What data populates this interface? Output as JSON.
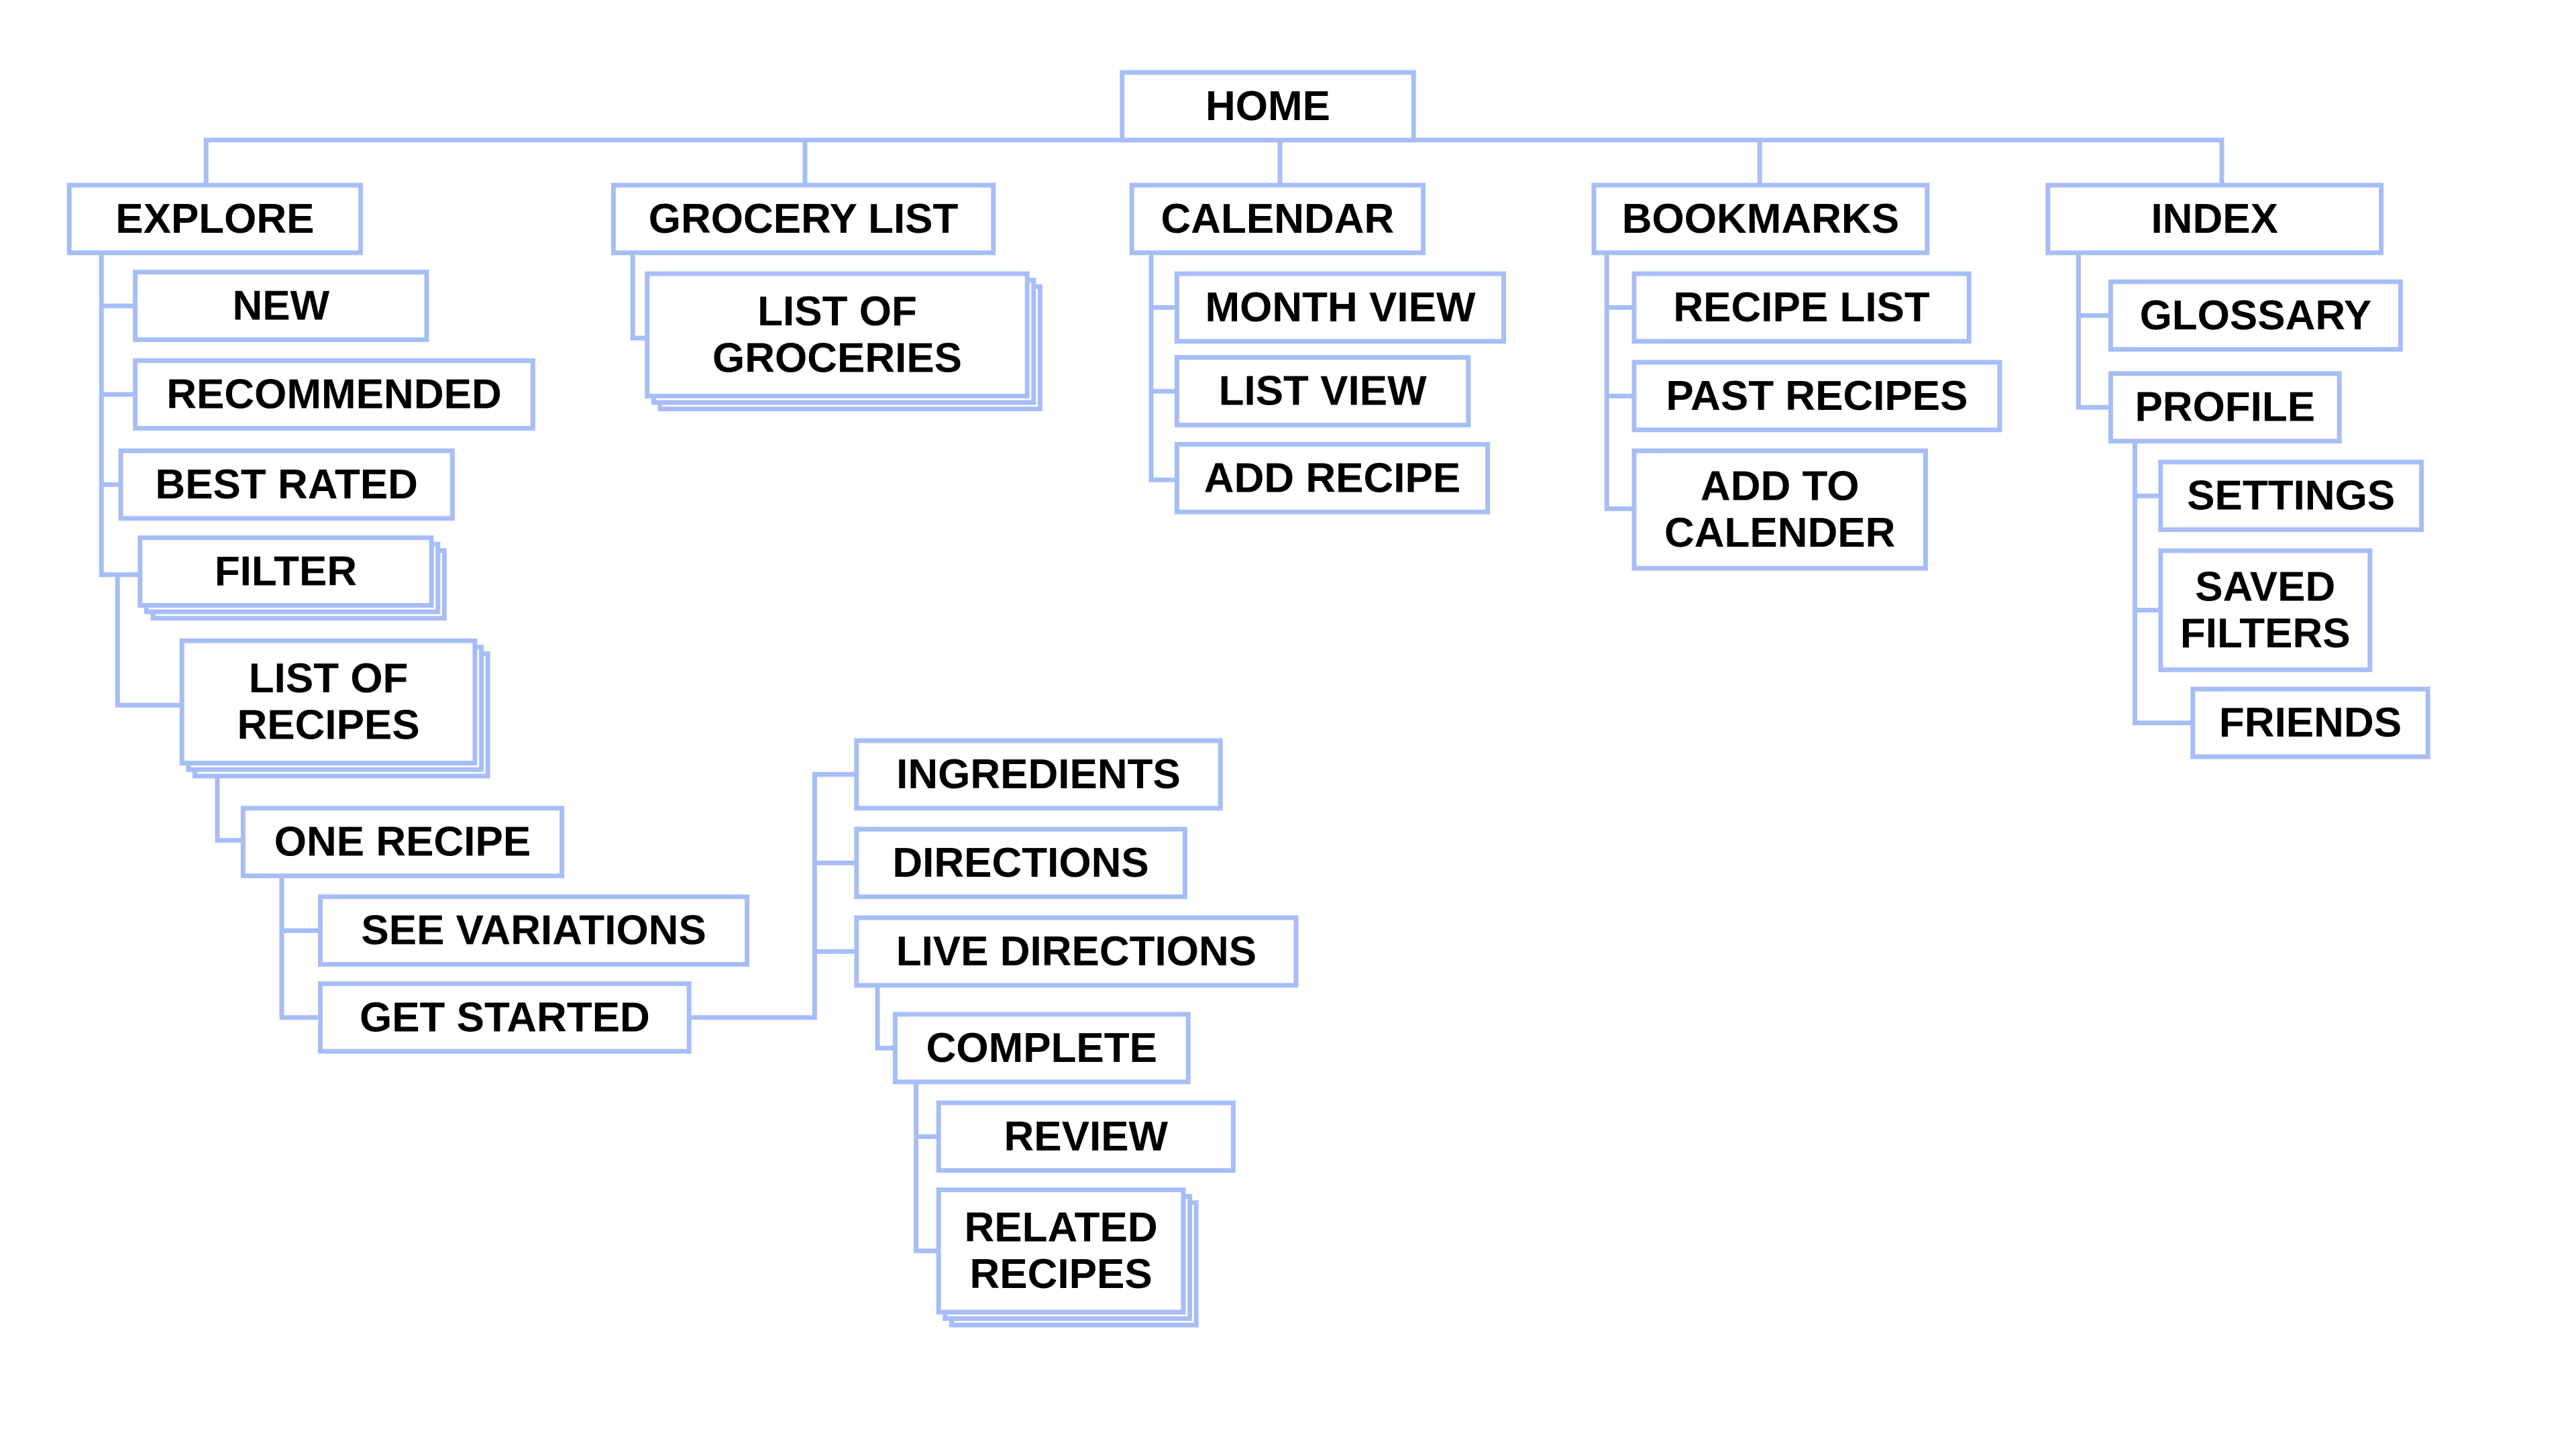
{
  "colors": {
    "box_stroke": "#a7bdf6",
    "connector": "#a7bdf6",
    "box_fill": "#ffffff",
    "text": "#000000"
  },
  "nodes": {
    "home": "HOME",
    "explore": "EXPLORE",
    "new": "NEW",
    "recommended": "RECOMMENDED",
    "best_rated": "BEST RATED",
    "filter": "FILTER",
    "list_of_recipes": [
      "LIST OF",
      "RECIPES"
    ],
    "one_recipe": "ONE RECIPE",
    "see_variations": "SEE VARIATIONS",
    "get_started": "GET STARTED",
    "ingredients": "INGREDIENTS",
    "directions": "DIRECTIONS",
    "live_directions": "LIVE DIRECTIONS",
    "complete": "COMPLETE",
    "review": "REVIEW",
    "related_recipes": [
      "RELATED",
      "RECIPES"
    ],
    "grocery_list": "GROCERY LIST",
    "list_of_groceries": [
      "LIST OF",
      "GROCERIES"
    ],
    "calendar": "CALENDAR",
    "month_view": "MONTH VIEW",
    "list_view": "LIST VIEW",
    "add_recipe": "ADD RECIPE",
    "bookmarks": "BOOKMARKS",
    "recipe_list": "RECIPE LIST",
    "past_recipes": "PAST RECIPES",
    "add_to_calender": [
      "ADD TO",
      "CALENDER"
    ],
    "index": "INDEX",
    "glossary": "GLOSSARY",
    "profile": "PROFILE",
    "settings": "SETTINGS",
    "saved_filters": [
      "SAVED",
      "FILTERS"
    ],
    "friends": "FRIENDS"
  }
}
